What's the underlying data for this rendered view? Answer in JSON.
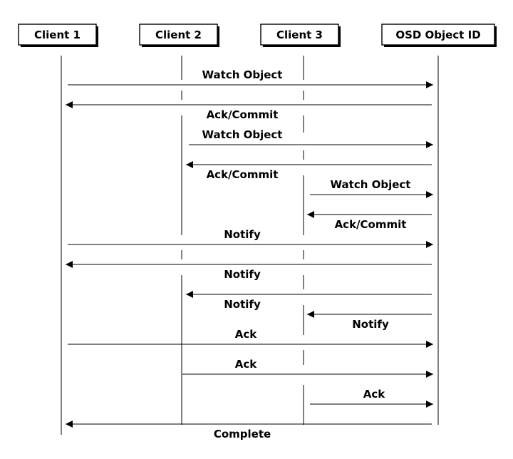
{
  "participants": [
    {
      "id": "c1",
      "name": "Client 1"
    },
    {
      "id": "c2",
      "name": "Client 2"
    },
    {
      "id": "c3",
      "name": "Client 3"
    },
    {
      "id": "osd",
      "name": "OSD Object ID"
    }
  ],
  "messages": [
    {
      "from": "c1",
      "to": "osd",
      "label": "Watch Object"
    },
    {
      "from": "osd",
      "to": "c1",
      "label": "Ack/Commit"
    },
    {
      "from": "c2",
      "to": "osd",
      "label": "Watch Object"
    },
    {
      "from": "osd",
      "to": "c2",
      "label": "Ack/Commit"
    },
    {
      "from": "c3",
      "to": "osd",
      "label": "Watch Object"
    },
    {
      "from": "osd",
      "to": "c3",
      "label": "Ack/Commit"
    },
    {
      "from": "c1",
      "to": "osd",
      "label": "Notify"
    },
    {
      "from": "osd",
      "to": "c1",
      "label": "Notify"
    },
    {
      "from": "osd",
      "to": "c2",
      "label": "Notify"
    },
    {
      "from": "osd",
      "to": "c3",
      "label": "Notify"
    },
    {
      "from": "c1",
      "to": "osd",
      "label": "Ack"
    },
    {
      "from": "c2",
      "to": "osd",
      "label": "Ack"
    },
    {
      "from": "c3",
      "to": "osd",
      "label": "Ack"
    },
    {
      "from": "osd",
      "to": "c1",
      "label": "Complete"
    }
  ]
}
